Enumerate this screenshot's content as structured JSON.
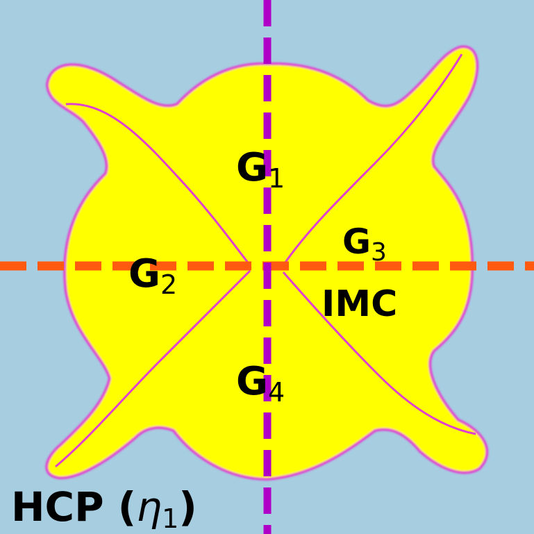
{
  "colors": {
    "background": "#a7cde1",
    "grain_fill": "#ffff00",
    "interface": "#e040d0",
    "vertical_axis": "#b000c8",
    "horizontal_axis": "#ff5a10",
    "text": "#000000"
  },
  "labels": {
    "g1": {
      "main": "G",
      "sub": "1"
    },
    "g2": {
      "main": "G",
      "sub": "2"
    },
    "g3": {
      "main": "G",
      "sub": "3"
    },
    "g4": {
      "main": "G",
      "sub": "4"
    },
    "imc": "IMC",
    "matrix": {
      "main": "HCP (",
      "symbol": "η",
      "sub": "1",
      "close": ")"
    }
  }
}
